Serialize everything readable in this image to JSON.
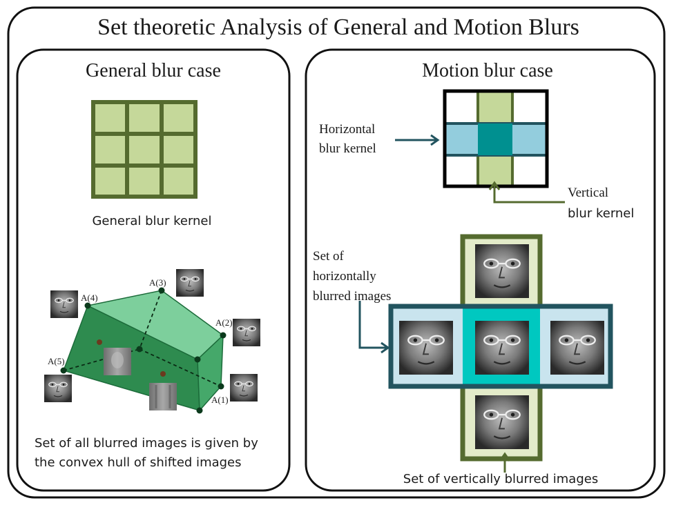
{
  "title": "Set theoretic Analysis of General and Motion Blurs",
  "general": {
    "heading": "General blur case",
    "kernel_caption": "General blur kernel",
    "vertex_labels": {
      "a1": "A(1)",
      "a2": "A(2)",
      "a3": "A(3)",
      "a4": "A(4)",
      "a5": "A(5)"
    },
    "caption_line1": "Set of all blurred images is given by",
    "caption_line2": "the convex hull of shifted images"
  },
  "motion": {
    "heading": "Motion blur case",
    "horizontal_kernel_label_line1": "Horizontal",
    "horizontal_kernel_label_line2": "blur kernel",
    "vertical_kernel_label_line1": "Vertical",
    "vertical_kernel_label_line2": "blur kernel",
    "horizontal_set_label_line1": "Set of",
    "horizontal_set_label_line2": "horizontally",
    "horizontal_set_label_line3": "blurred images",
    "vertical_set_caption": "Set of vertically blurred images"
  },
  "colors": {
    "kernel_fill": "#c5d89a",
    "kernel_border": "#556b2f",
    "teal_dark": "#22545f",
    "teal_light": "#93cddd",
    "teal_center": "#009090",
    "hull_dark": "#2e8b4f",
    "hull_light": "#7dcf9c",
    "cyan": "#00c8c0"
  }
}
